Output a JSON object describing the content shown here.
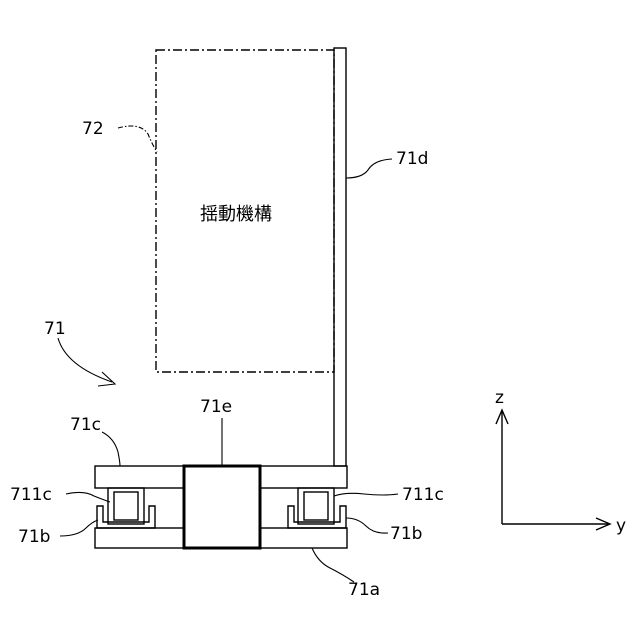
{
  "labels": {
    "swing_mechanism_box": "72",
    "rail": "71d",
    "mechanism_text": "揺動機構",
    "assembly": "71",
    "top_plate": "71c",
    "center_block": "71e",
    "left_slider": "711c",
    "right_slider": "711c",
    "left_guide": "71b",
    "right_guide": "71b",
    "base_plate": "71a"
  },
  "axes": {
    "vertical": "z",
    "horizontal": "y"
  }
}
